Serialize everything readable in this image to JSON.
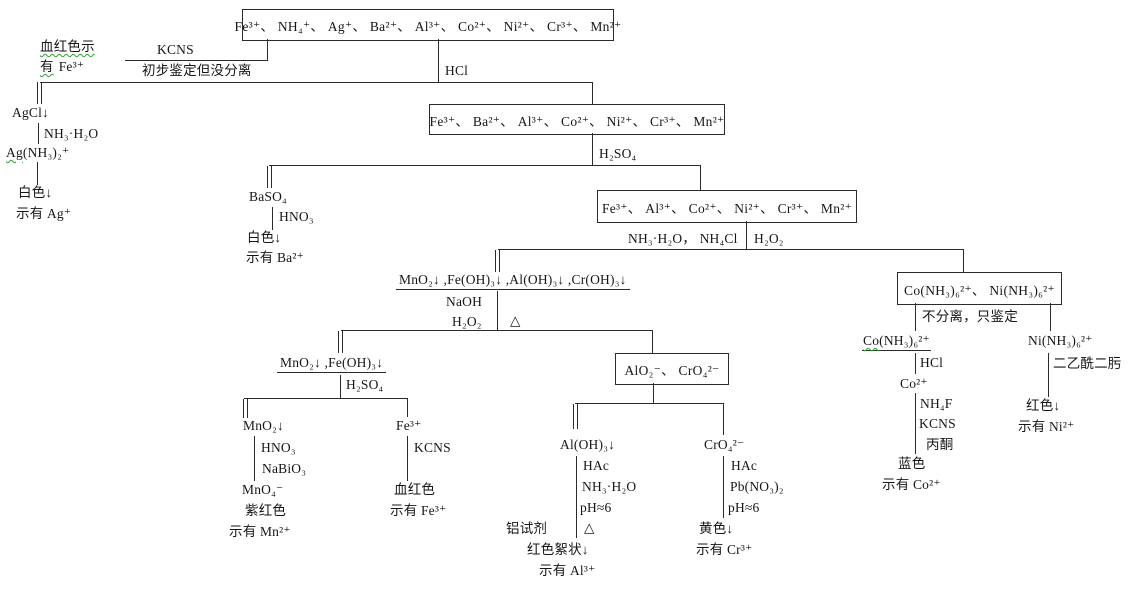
{
  "boxes": {
    "all_ions": "Fe³⁺、 NH₄⁺、 Ag⁺、 Ba²⁺、 Al³⁺、 Co²⁺、 Ni²⁺、 Cr³⁺、 Mn²⁺",
    "after_hcl": "Fe³⁺、 Ba²⁺、 Al³⁺、 Co²⁺、 Ni²⁺、 Cr³⁺、 Mn²⁺",
    "after_h2so4": "Fe³⁺、 Al³⁺、 Co²⁺、 Ni²⁺、 Cr³⁺、 Mn²⁺",
    "alo2_cro4": "AlO₂⁻、 CrO₄²⁻",
    "co_ni": "Co(NH₃)₆²⁺、 Ni(NH₃)₆²⁺"
  },
  "kcns_branch": {
    "reagent": "KCNS",
    "note": "初步鉴定但没分离",
    "result_line1": "血红色示",
    "result_line2_prefix": "有",
    "result_line2_ion": "Fe³⁺"
  },
  "ag_branch": {
    "reagent": "HCl",
    "precipitate": "AgCl↓",
    "reagent2": "NH₃·H₂O",
    "complex_prefix": "Ag",
    "complex_suffix": "(NH₃)₂⁺",
    "color": "白色↓",
    "result": "示有 Ag⁺"
  },
  "ba_branch": {
    "reagent": "H₂SO₄",
    "precipitate": "BaSO₄",
    "reagent2": "HNO₃",
    "color": "白色↓",
    "result": "示有 Ba²⁺"
  },
  "nh3_split": {
    "reagent_left": "NH₃·H₂O， NH₄Cl",
    "reagent_right": "H₂O₂"
  },
  "hydroxide_group": {
    "text": "MnO₂↓ ,Fe(OH)₃↓ ,Al(OH)₃↓ ,Cr(OH)₃↓",
    "reagent1": "NaOH",
    "reagent2": "H₂O₂",
    "heat": "△"
  },
  "mn_fe_group": {
    "text": "MnO₂↓ ,Fe(OH)₃↓",
    "reagent": "H₂SO₄"
  },
  "mn_branch": {
    "precipitate": "MnO₂↓",
    "reagent1": "HNO₃",
    "reagent2": "NaBiO₃",
    "product": "MnO₄⁻",
    "color": "紫红色",
    "result": "示有 Mn²⁺"
  },
  "fe_branch": {
    "ion": "Fe³⁺",
    "reagent": "KCNS",
    "color": "血红色",
    "result": "示有 Fe³⁺"
  },
  "al_branch": {
    "precipitate": "Al(OH)₃↓",
    "reagent1": "HAc",
    "reagent2": "NH₃·H₂O",
    "ph": "pH≈6",
    "reagent3": "铝试剂",
    "heat": "△",
    "color": "红色絮状↓",
    "result": "示有 Al³⁺"
  },
  "cr_branch": {
    "ion": "CrO₄²⁻",
    "reagent1": "HAc",
    "reagent2": "Pb(NO₃)₂",
    "ph": "pH≈6",
    "color": "黄色↓",
    "result": "示有 Cr³⁺"
  },
  "co_ni_branch": {
    "note": "不分离，只鉴定",
    "co": {
      "complex_prefix": "Co",
      "complex_suffix": "(NH₃)₆²⁺",
      "reagent1": "HCl",
      "ion": "Co²⁺",
      "reagent2": "NH₄F",
      "reagent3": "KCNS",
      "reagent4": "丙酮",
      "color": "蓝色",
      "result": "示有 Co²⁺"
    },
    "ni": {
      "complex": "Ni(NH₃)₆²⁺",
      "reagent": "二乙酰二肟",
      "color": "红色↓",
      "result": "示有 Ni²⁺"
    }
  }
}
